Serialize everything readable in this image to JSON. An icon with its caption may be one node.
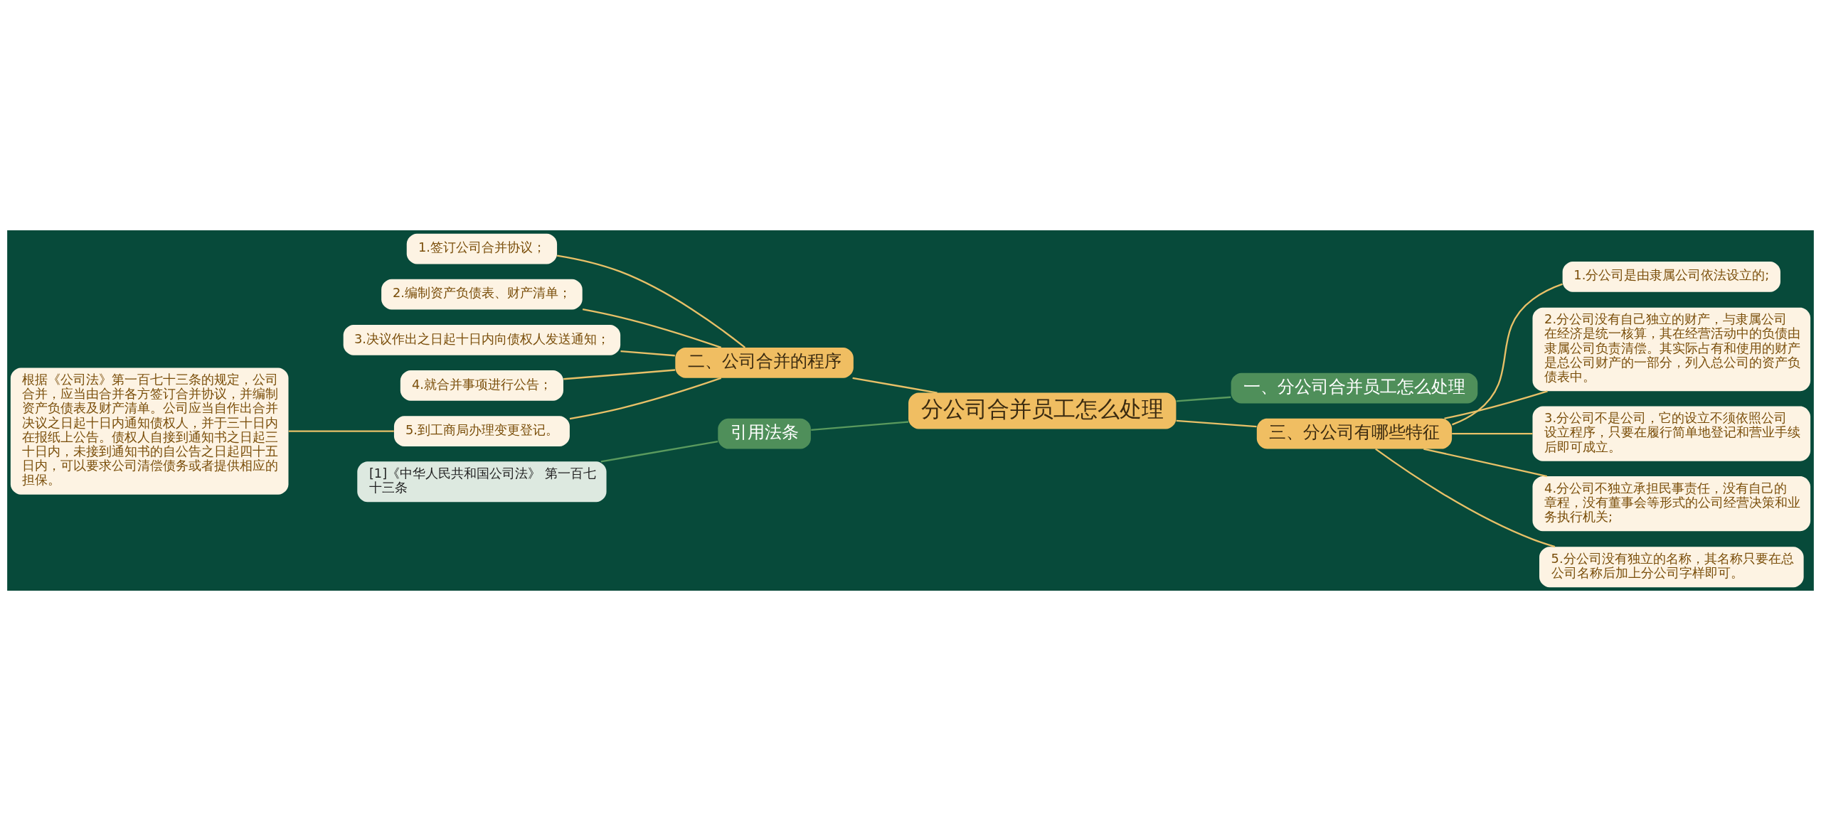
{
  "diagram": {
    "nodes": [
      {
        "text": [
          "分公司合并员工怎么处理"
        ]
      },
      {
        "text": [
          "一、分公司合并员工怎么处理"
        ]
      },
      {
        "text": [
          "二、公司合并的程序"
        ]
      },
      {
        "text": [
          "1.签订公司合并协议；"
        ]
      },
      {
        "text": [
          "2.编制资产负债表、财产清单；"
        ]
      },
      {
        "text": [
          "3.决议作出之日起十日内向债权人发送通知；"
        ]
      },
      {
        "text": [
          "4.就合并事项进行公告；"
        ]
      },
      {
        "text": [
          "5.到工商局办理变更登记。"
        ]
      },
      {
        "text": [
          "根据《公司法》第一百七十三条的规定，公司合并，应当由合并各方签订合并协议，并编制资产负债表及财产清单。公司应当自作出合并决议之日起十日内通知债权人，并于三十日内在报纸上公告。债权人自接到通知书之日起三十日内，未接到通知书的自公告之日起四十五日内，可以要求公司清偿债务或者提供相应的担保。"
        ]
      },
      {
        "text": [
          "三、分公司有哪些特征"
        ]
      },
      {
        "text": [
          "1.分公司是由隶属公司依法设立的;"
        ]
      },
      {
        "text": [
          "2.分公司没有自己独立的财产，与隶属公司在经济是统一核算，其在经营活动中的负债由隶属公司负责清偿。其实际占有和使用的财产是总公司财产的一部分，列入总公司的资产负债表中。"
        ]
      },
      {
        "text": [
          "3.分公司不是公司，它的设立不须依照公司设立程序，只要在履行简单地登记和营业手续后即可成立。"
        ]
      },
      {
        "text": [
          "4.分公司不独立承担民事责任，没有自己的章程，没有董事会等形式的公司经营决策和业务执行机关;"
        ]
      },
      {
        "text": [
          "5.分公司没有独立的名称，其名称只要在总公司名称后加上分公司字样即可。"
        ]
      },
      {
        "text": [
          "引用法条"
        ]
      },
      {
        "text": [
          "[1]《中华人民共和国公司法》 第一百七十三条"
        ]
      }
    ],
    "edges": [
      {
        "from": 0,
        "to": 1,
        "arrow": "none",
        "color": "#5a9a5e"
      },
      {
        "from": 0,
        "to": 2,
        "arrow": "none"
      },
      {
        "from": 2,
        "to": 3,
        "arrow": "none"
      },
      {
        "from": 2,
        "to": 4,
        "arrow": "none"
      },
      {
        "from": 2,
        "to": 5,
        "arrow": "none"
      },
      {
        "from": 2,
        "to": 6,
        "arrow": "none"
      },
      {
        "from": 2,
        "to": 7,
        "arrow": "none"
      },
      {
        "from": 7,
        "to": 8,
        "arrow": "none"
      },
      {
        "from": 0,
        "to": 9,
        "arrow": "none"
      },
      {
        "from": 9,
        "to": 10,
        "arrow": "none"
      },
      {
        "from": 9,
        "to": 11,
        "arrow": "none"
      },
      {
        "from": 9,
        "to": 12,
        "arrow": "none"
      },
      {
        "from": 9,
        "to": 13,
        "arrow": "none"
      },
      {
        "from": 9,
        "to": 14,
        "arrow": "none"
      },
      {
        "from": 0,
        "to": 15,
        "arrow": "none",
        "color": "#5a9a5e"
      },
      {
        "from": 15,
        "to": 16,
        "arrow": "none",
        "color": "#5a9a5e"
      }
    ]
  }
}
